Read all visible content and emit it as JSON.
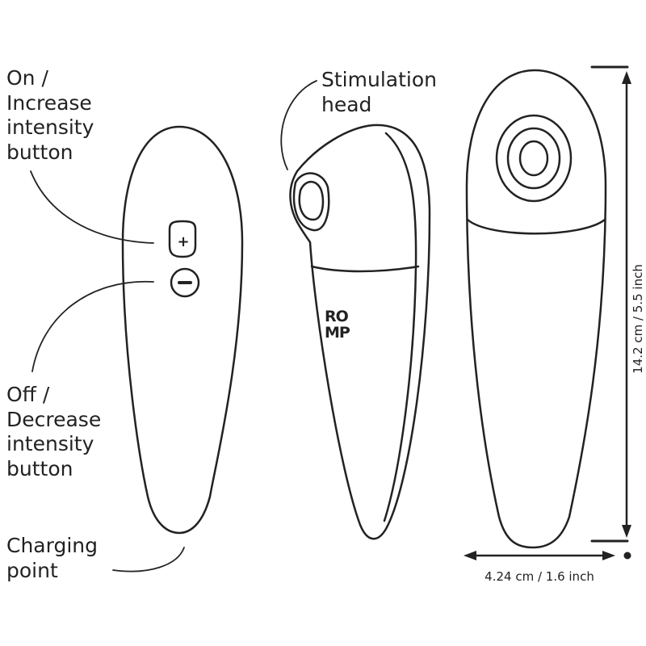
{
  "labels": {
    "on_increase": [
      "On /",
      "Increase",
      "intensity",
      "button"
    ],
    "stimulation_head": [
      "Stimulation",
      "head"
    ],
    "off_decrease": [
      "Off /",
      "Decrease",
      "intensity",
      "button"
    ],
    "charging_point": [
      "Charging",
      "point"
    ]
  },
  "dimensions": {
    "height": "14.2 cm / 5.5 inch",
    "width": "4.24 cm / 1.6 inch"
  },
  "brand": {
    "line1": "RO",
    "line2": "MP"
  },
  "buttons": {
    "plus_symbol": "+",
    "minus_symbol": "−"
  },
  "colors": {
    "line": "#222222",
    "background": "#ffffff"
  }
}
